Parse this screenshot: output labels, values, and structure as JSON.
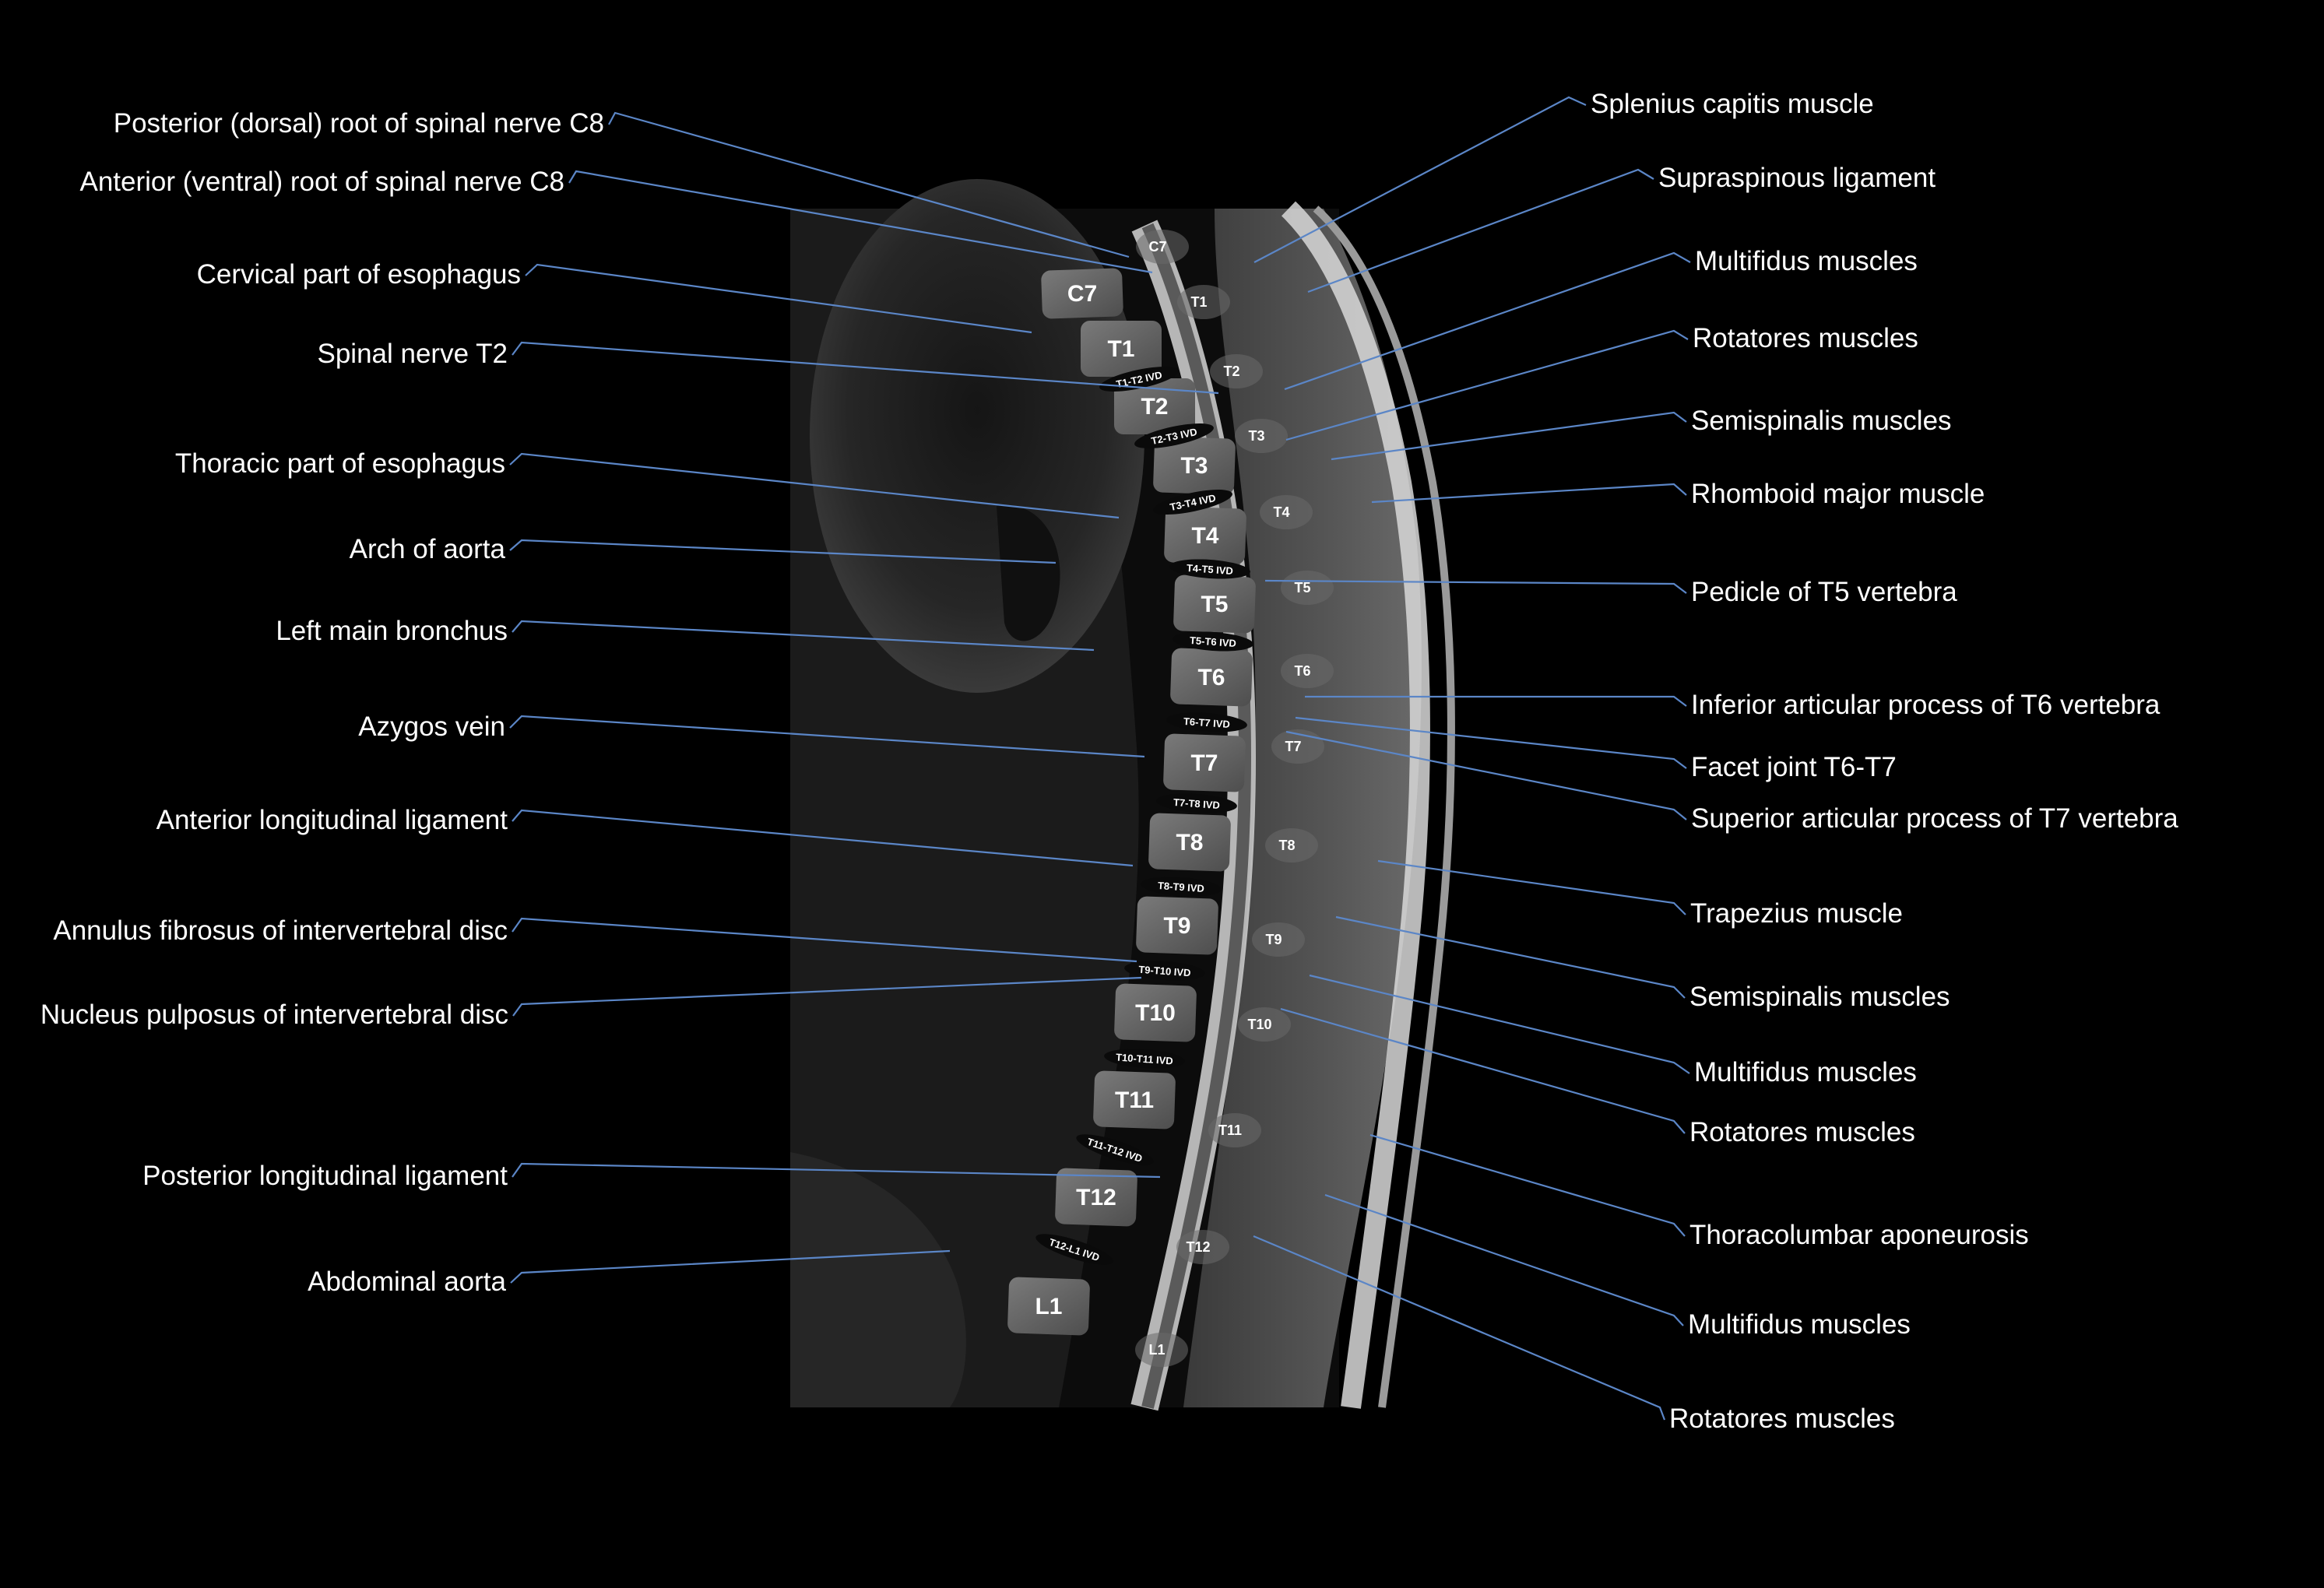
{
  "labels_left": [
    "Posterior (dorsal) root of spinal nerve C8",
    "Anterior (ventral) root of spinal nerve C8",
    "Cervical part of esophagus",
    "Spinal nerve T2",
    "Thoracic part of esophagus",
    "Arch of aorta",
    "Left main bronchus",
    "Azygos vein",
    "Anterior longitudinal ligament",
    "Annulus fibrosus of intervertebral disc",
    "Nucleus pulposus of intervertebral disc",
    "Posterior longitudinal ligament",
    "Abdominal aorta"
  ],
  "labels_right": [
    "Splenius capitis muscle",
    "Supraspinous ligament",
    "Multifidus muscles",
    "Rotatores muscles",
    "Semispinalis muscles",
    "Rhomboid major muscle",
    "Pedicle of T5 vertebra",
    "Inferior articular process of T6 vertebra",
    "Facet joint T6-T7",
    "Superior articular process of T7 vertebra",
    "Trapezius muscle",
    "Semispinalis muscles",
    "Multifidus muscles",
    "Rotatores muscles",
    "Thoracolumbar aponeurosis",
    "Multifidus muscles",
    "Rotatores muscles"
  ],
  "vertebral_bodies": [
    "C7",
    "T1",
    "T2",
    "T3",
    "T4",
    "T5",
    "T6",
    "T7",
    "T8",
    "T9",
    "T10",
    "T11",
    "T12",
    "L1"
  ],
  "disc_labels": [
    "T1-T2 IVD",
    "T2-T3 IVD",
    "T3-T4 IVD",
    "T4-T5 IVD",
    "T5-T6 IVD",
    "T6-T7 IVD",
    "T7-T8 IVD",
    "T8-T9 IVD",
    "T9-T10 IVD",
    "T10-T11 IVD",
    "T11-T12 IVD",
    "T12-L1 IVD"
  ],
  "spinous_labels": [
    "C7",
    "T1",
    "T2",
    "T3",
    "T4",
    "T5",
    "T6",
    "T7",
    "T8",
    "T9",
    "T10",
    "T11",
    "T12",
    "L1"
  ],
  "colors": {
    "background": "#000000",
    "leader_line": "#5b86c7",
    "text": "#ffffff"
  }
}
